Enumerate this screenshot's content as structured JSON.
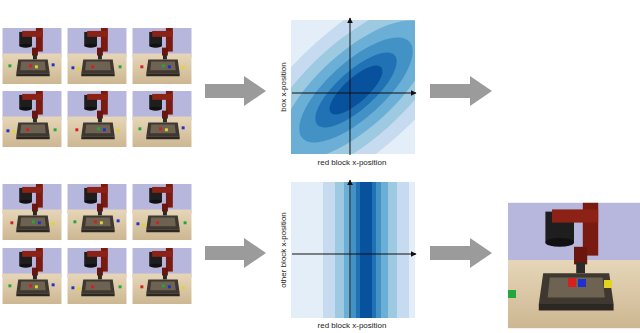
{
  "diagram": {
    "labels": [
      "box x-position",
      "red block x-position",
      "other block x-position",
      "red block x-position"
    ]
  }
}
